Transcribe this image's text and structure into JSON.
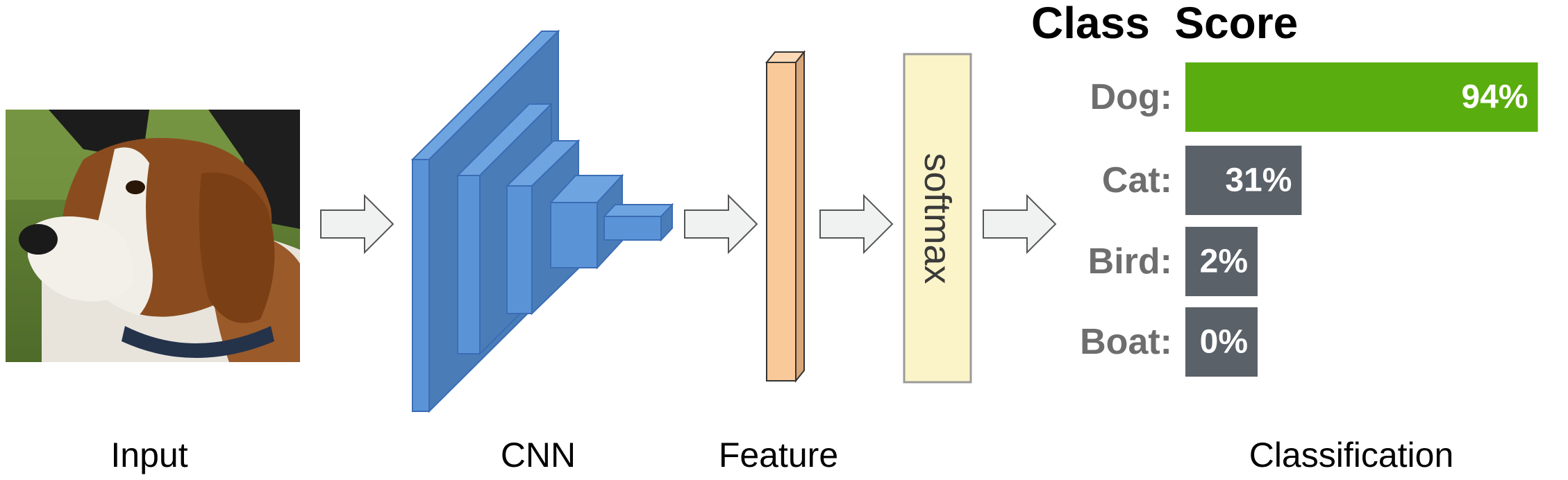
{
  "header": {
    "title": "Class  Score"
  },
  "captions": {
    "input": "Input",
    "cnn": "CNN",
    "feature": "Feature",
    "classification": "Classification"
  },
  "softmax": {
    "label": "softmax"
  },
  "input_image": {
    "subject": "beagle dog photo"
  },
  "colors": {
    "cnn_face": "#5b94d6",
    "cnn_side": "#4a7db8",
    "cnn_outline": "#3a6db5",
    "feature_face": "#f9c99a",
    "feature_side": "#d8a679",
    "softmax_fill": "#fbf4c8",
    "arrow_fill": "#f0f1f1",
    "bar_top": "#5aad0e",
    "bar_other": "#5b6168",
    "label_gray": "#6e6e6e"
  },
  "chart_data": {
    "type": "bar",
    "orientation": "horizontal",
    "categories": [
      "Dog:",
      "Cat:",
      "Bird:",
      "Boat:"
    ],
    "values": [
      94,
      31,
      2,
      0
    ],
    "value_labels": [
      "94%",
      "31%",
      "2%",
      "0%"
    ],
    "unit": "%",
    "xlim": [
      0,
      100
    ],
    "highlight_index": 0
  }
}
